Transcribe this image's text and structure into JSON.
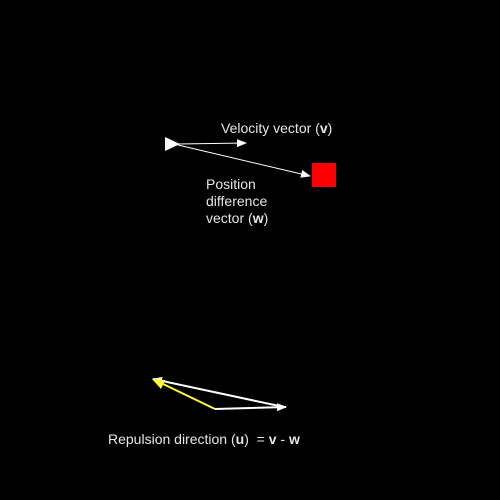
{
  "background_color": "#000000",
  "colors": {
    "text": "#e6e6e6",
    "vector": "#ffffff",
    "result_vector": "#ffff33",
    "target": "#ff0000",
    "agent": "#ffffff"
  },
  "labels": {
    "velocity": {
      "text": "Velocity vector (",
      "symbol": "v",
      "suffix": ")"
    },
    "position": {
      "line1": "Position",
      "line2": "difference",
      "line3_text": "vector (",
      "symbol": "w",
      "suffix": ")"
    },
    "repulsion": {
      "text": "Repulsion direction (",
      "symbol_u": "u",
      "middle": ")  = ",
      "symbol_v": "v",
      "minus": " - ",
      "symbol_w": "w"
    }
  }
}
